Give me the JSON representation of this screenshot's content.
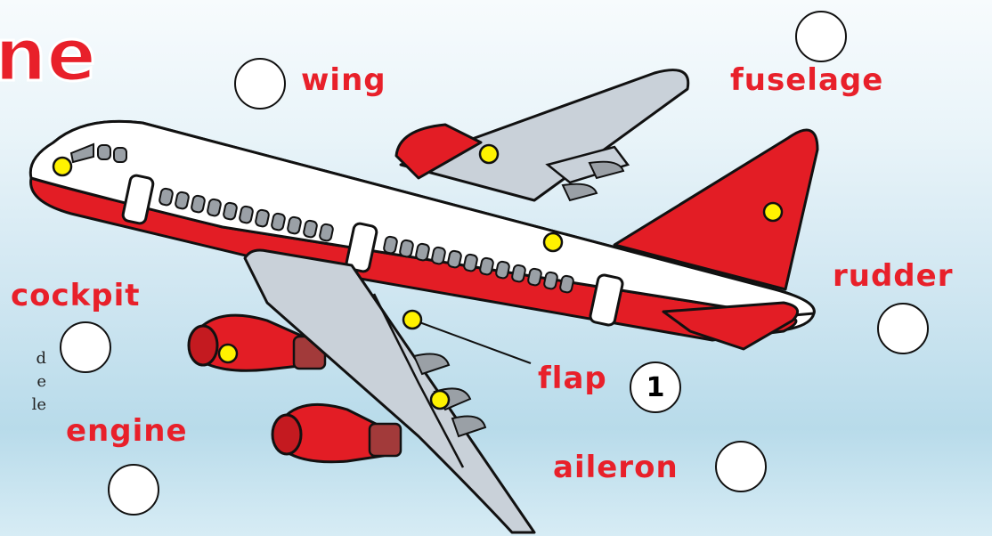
{
  "title": "ne",
  "labels": {
    "wing": "wing",
    "fuselage": "fuselage",
    "rudder": "rudder",
    "cockpit": "cockpit",
    "engine": "engine",
    "flap": "flap",
    "aileron": "aileron"
  },
  "answers": {
    "wing": "",
    "fuselage": "",
    "rudder": "",
    "cockpit": "",
    "engine": "",
    "flap": "1",
    "aileron": ""
  },
  "cropped_text": [
    "d",
    "e",
    "le"
  ],
  "colors": {
    "label": "#e8202a",
    "plane_red": "#e31d25",
    "wing_grey": "#c9d1d9",
    "marker": "#fff200"
  }
}
